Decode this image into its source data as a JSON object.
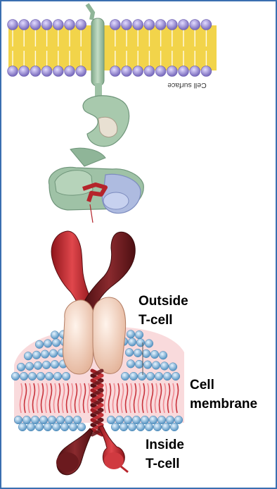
{
  "labels": {
    "cell_surface": "Cell surface",
    "outside_line1": "Outside",
    "outside_line2": "T-cell",
    "membrane_line1": "Cell",
    "membrane_line2": "membrane",
    "inside_line1": "Inside",
    "inside_line2": "T-cell"
  },
  "colors": {
    "frame": "#3a6fb0",
    "lipid_head_top": "#9a8fd0",
    "lipid_tail_top": "#f2d44a",
    "mhc_green": "#9fc2a6",
    "mhc_blue": "#aebbe0",
    "peptide_red": "#b5242b",
    "tcr_dark": "#6b1a1e",
    "tcr_red": "#b8252c",
    "constant_pale": "#f5d6c4",
    "lipid_head_bottom": "#86b7dc",
    "lipid_tail_bottom": "#e8606a"
  }
}
